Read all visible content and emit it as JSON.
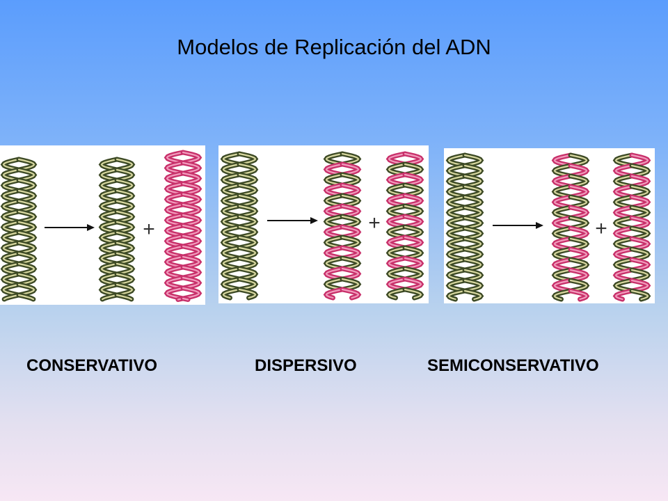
{
  "title": "Modelos de Replicación del ADN",
  "models": [
    {
      "id": "conservativo",
      "label": "CONSERVATIVO"
    },
    {
      "id": "dispersivo",
      "label": "DISPERSIVO"
    },
    {
      "id": "semiconservativo",
      "label": "SEMICONSERVATIVO"
    }
  ],
  "symbols": {
    "plus": "+"
  },
  "colors": {
    "parental_strand": "#3d4a25",
    "new_strand": "#c8306a",
    "new_strand_light": "#f29cbd",
    "parental_light": "#d8d8a0"
  }
}
